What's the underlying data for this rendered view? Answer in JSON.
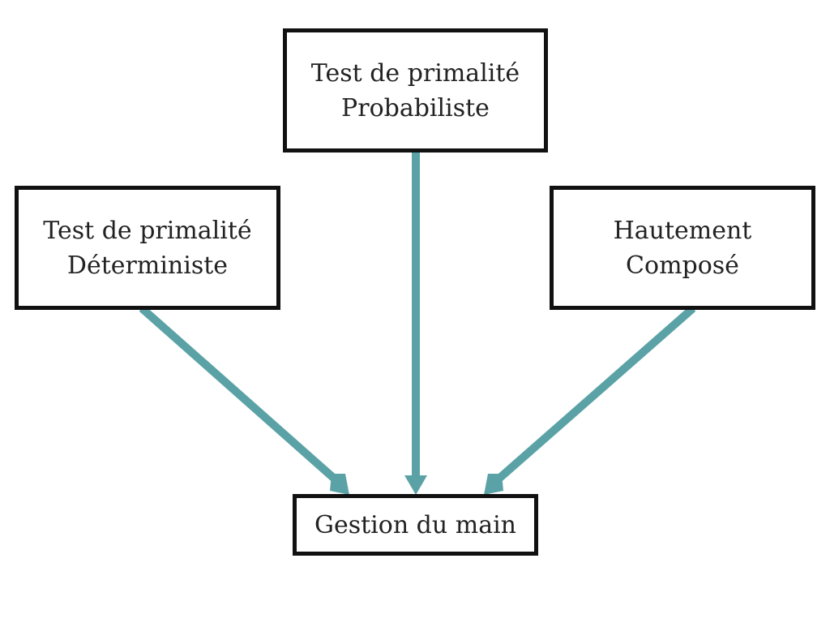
{
  "colors": {
    "arrow": "#5aa2a6",
    "border": "#111111",
    "text": "#222222",
    "background": "#ffffff"
  },
  "nodes": {
    "probabiliste": {
      "line1": "Test de primalité",
      "line2": "Probabiliste"
    },
    "deterministe": {
      "line1": "Test de primalité",
      "line2": "Déterministe"
    },
    "compose": {
      "line1": "Hautement",
      "line2": "Composé"
    },
    "main": {
      "label": "Gestion du main"
    }
  },
  "edges": [
    {
      "from": "probabiliste",
      "to": "main"
    },
    {
      "from": "deterministe",
      "to": "main"
    },
    {
      "from": "compose",
      "to": "main"
    }
  ]
}
